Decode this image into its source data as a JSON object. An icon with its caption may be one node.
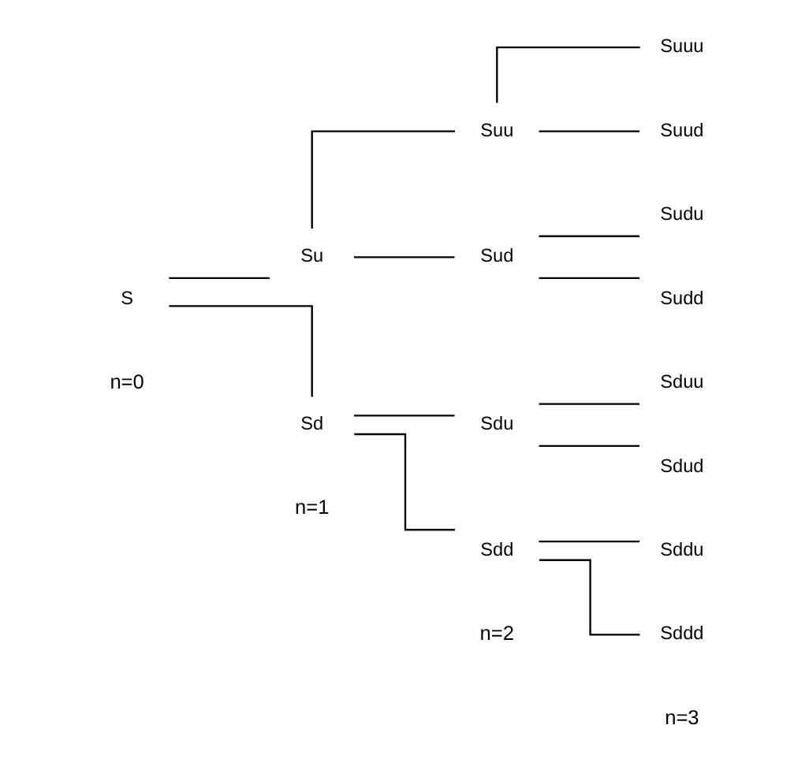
{
  "diagram": {
    "nodes": [
      {
        "text": [
          "S"
        ]
      },
      {
        "text": [
          "Su"
        ]
      },
      {
        "text": [
          "Sd"
        ]
      },
      {
        "text": [
          "Suu"
        ]
      },
      {
        "text": [
          "Sud"
        ]
      },
      {
        "text": [
          "Sdu"
        ]
      },
      {
        "text": [
          "Sdd"
        ]
      },
      {
        "text": [
          "Suuu"
        ]
      },
      {
        "text": [
          "Suud"
        ]
      },
      {
        "text": [
          "Sudu"
        ]
      },
      {
        "text": [
          "Sudd"
        ]
      },
      {
        "text": [
          "Sduu"
        ]
      },
      {
        "text": [
          "Sdud"
        ]
      },
      {
        "text": [
          "Sddu"
        ]
      },
      {
        "text": [
          "Sddd"
        ]
      }
    ],
    "edges": [
      {
        "from": 0,
        "to": 1,
        "arrow": "none"
      },
      {
        "from": 0,
        "to": 2,
        "arrow": "none"
      },
      {
        "from": 1,
        "to": 3,
        "arrow": "none"
      },
      {
        "from": 1,
        "to": 4,
        "arrow": "none"
      },
      {
        "from": 2,
        "to": 5,
        "arrow": "none"
      },
      {
        "from": 2,
        "to": 6,
        "arrow": "none"
      },
      {
        "from": 3,
        "to": 7,
        "arrow": "none"
      },
      {
        "from": 3,
        "to": 8,
        "arrow": "none"
      },
      {
        "from": 4,
        "to": 9,
        "arrow": "none"
      },
      {
        "from": 4,
        "to": 10,
        "arrow": "none"
      },
      {
        "from": 5,
        "to": 11,
        "arrow": "none"
      },
      {
        "from": 5,
        "to": 12,
        "arrow": "none"
      },
      {
        "from": 6,
        "to": 13,
        "arrow": "none"
      },
      {
        "from": 6,
        "to": 14,
        "arrow": "none"
      }
    ],
    "labels": [
      "n=0",
      "n=1",
      "n=2",
      "n=3"
    ]
  }
}
